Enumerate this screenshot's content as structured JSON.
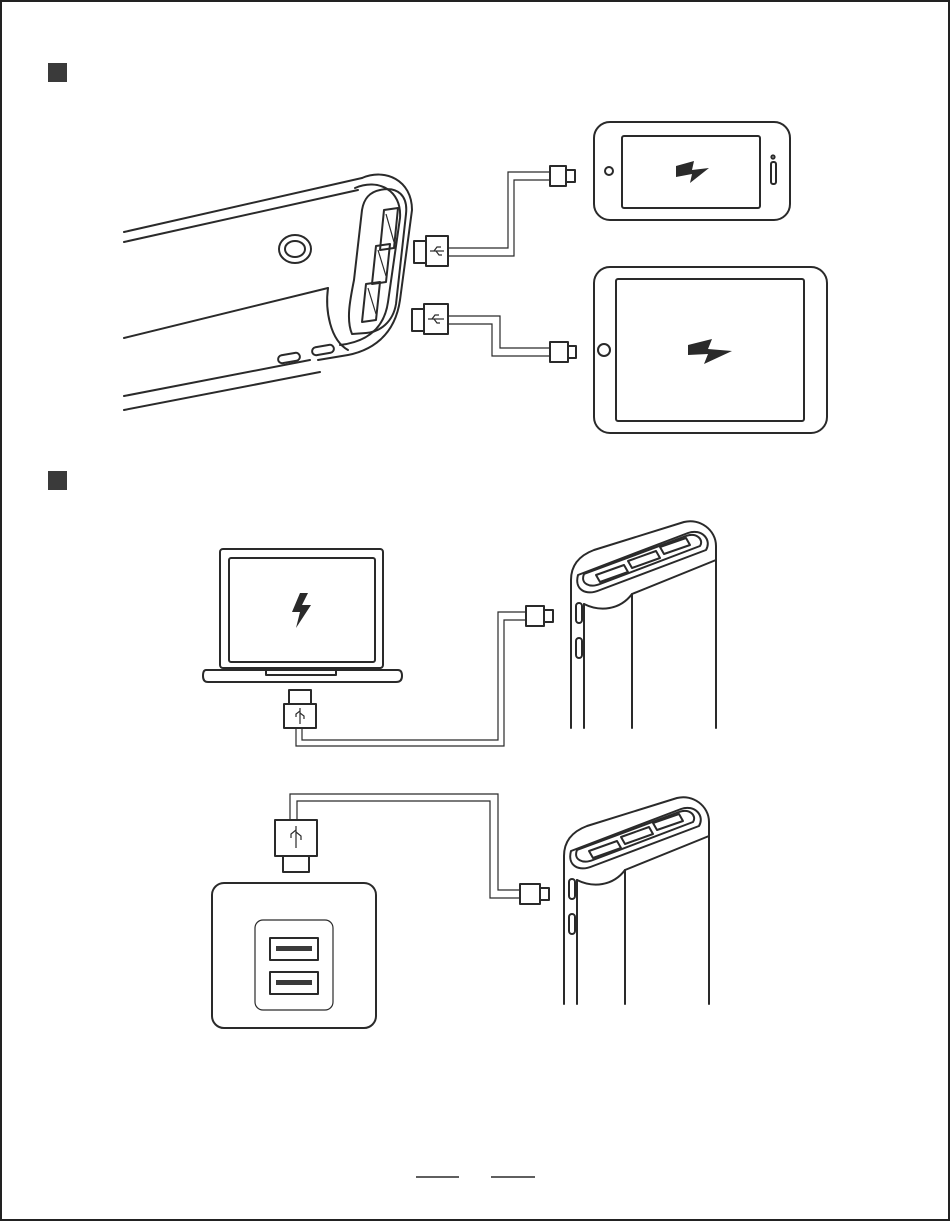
{
  "document": {
    "border_color": "#222222",
    "ink_color": "#2a2a2a",
    "background": "#ffffff"
  },
  "sections": [
    {
      "marker": "section-marker-square",
      "items": [
        "power-bank",
        "usb-cable-to-phone",
        "usb-cable-to-tablet",
        "smartphone",
        "tablet"
      ],
      "icons": [
        "lightning-bolt-icon",
        "usb-symbol-icon"
      ]
    },
    {
      "marker": "section-marker-square",
      "items": [
        "laptop",
        "wall-charger",
        "power-bank",
        "usb-cable"
      ],
      "icons": [
        "lightning-bolt-icon",
        "usb-symbol-icon"
      ]
    }
  ],
  "footer": {
    "page_markers": 2
  }
}
